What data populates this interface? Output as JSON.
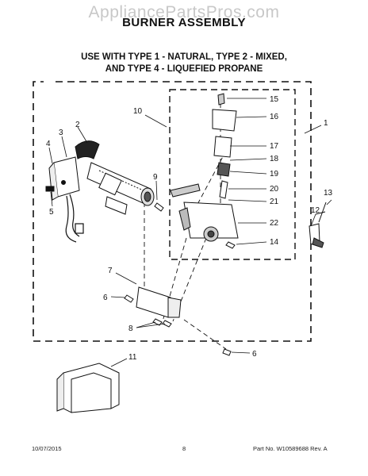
{
  "watermark": "AppliancePartsPros.com",
  "title": "BURNER ASSEMBLY",
  "subtitle_line1": "USE WITH TYPE 1 - NATURAL, TYPE 2 - MIXED,",
  "subtitle_line2": "AND TYPE 4 - LIQUEFIED PROPANE",
  "callouts": {
    "c1": "1",
    "c2": "2",
    "c3": "3",
    "c4": "4",
    "c5": "5",
    "c6a": "6",
    "c6b": "6",
    "c7": "7",
    "c8": "8",
    "c9": "9",
    "c10": "10",
    "c11": "11",
    "c12": "12",
    "c13": "13",
    "c14": "14",
    "c15": "15",
    "c16": "16",
    "c17": "17",
    "c18": "18",
    "c19": "19",
    "c20": "20",
    "c21": "21",
    "c22": "22"
  },
  "footer": {
    "date": "10/07/2015",
    "page": "8",
    "part": "Part No. W10589688 Rev. A"
  }
}
